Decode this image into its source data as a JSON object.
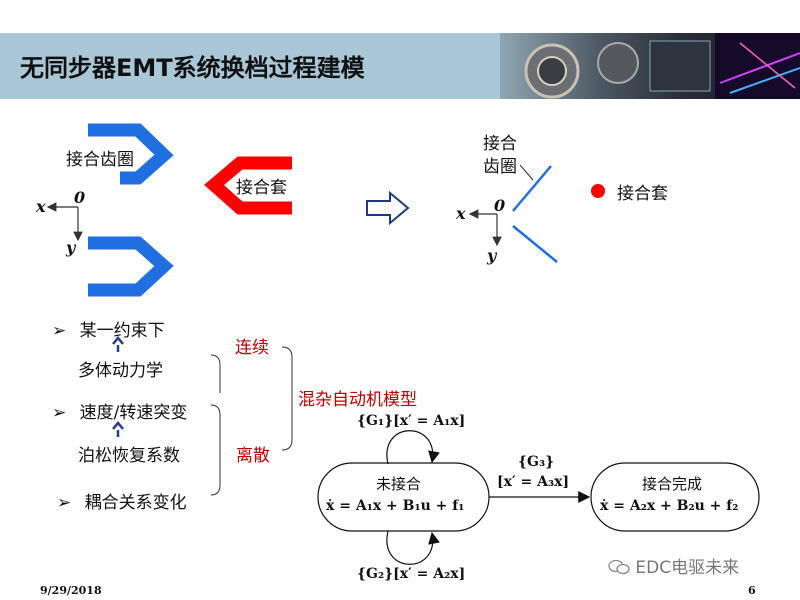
{
  "header": {
    "title": "无同步器EMT系统换档过程建模"
  },
  "left_diagram": {
    "gear_label": "接合齿圈",
    "sleeve_label": "接合套",
    "axis_x": "x",
    "axis_y": "y",
    "origin": "0"
  },
  "right_diagram": {
    "gear_label_line1": "接合",
    "gear_label_line2": "齿圈",
    "sleeve_label": "接合套",
    "axis_x": "x",
    "axis_y": "y",
    "origin": "0"
  },
  "bullets": [
    {
      "bullet": "➢",
      "text": "某一约束下"
    },
    {
      "bullet": "",
      "text": "多体动力学"
    },
    {
      "bullet": "➢",
      "text": "速度/转速突变"
    },
    {
      "bullet": "",
      "text": "泊松恢复系数"
    },
    {
      "bullet": "➢",
      "text": "耦合关系变化"
    }
  ],
  "categories": {
    "continuous": "连续",
    "discrete": "离散",
    "model": "混杂自动机模型"
  },
  "automaton": {
    "state1": {
      "title": "未接合",
      "equation": "ẋ = A₁x + B₁u + f₁"
    },
    "state2": {
      "title": "接合完成",
      "equation": "ẋ = A₂x + B₂u + f₂"
    },
    "g1": "{G₁}[x′ = A₁x]",
    "g2": "{G₂}[x′ = A₂x]",
    "g3_guard": "{G₃}",
    "g3_reset": "[x′ = A₃x]"
  },
  "footer": {
    "date": "9/29/2018",
    "page": "6"
  },
  "watermark": "EDC电驱未来",
  "colors": {
    "gear": "#1f6fe0",
    "sleeve": "#ff0000",
    "header": "#a9c7d6",
    "accent": "#c00000"
  }
}
